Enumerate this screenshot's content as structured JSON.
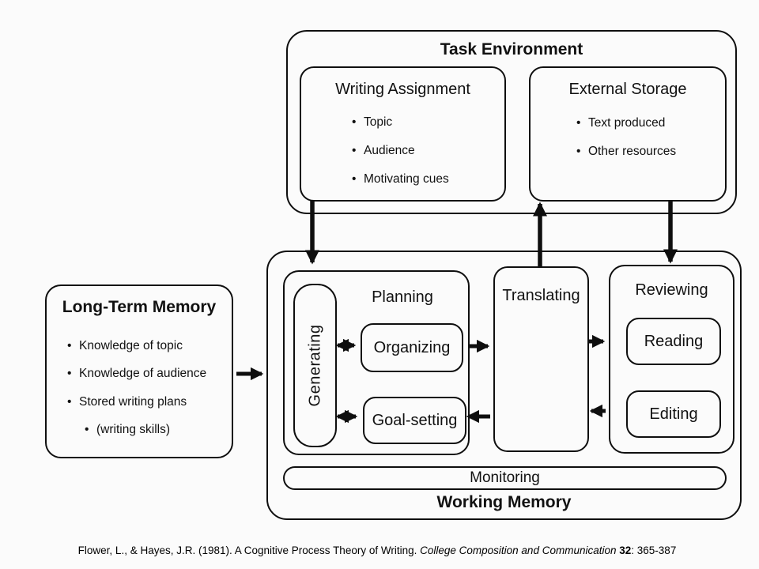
{
  "ui": {
    "bullet": "•"
  },
  "task_environment": {
    "title": "Task Environment",
    "writing_assignment": {
      "title": "Writing Assignment",
      "bullets": [
        "Topic",
        "Audience",
        "Motivating cues"
      ]
    },
    "external_storage": {
      "title": "External Storage",
      "bullets": [
        "Text produced",
        "Other resources"
      ]
    }
  },
  "long_term_memory": {
    "title": "Long-Term Memory",
    "bullets": [
      "Knowledge of topic",
      "Knowledge of audience",
      "Stored writing plans"
    ],
    "sub_bullet": "(writing skills)"
  },
  "working_memory": {
    "title": "Working Memory",
    "planning": {
      "title": "Planning",
      "generating": "Generating",
      "organizing": "Organizing",
      "goal_setting": "Goal-setting"
    },
    "translating": "Translating",
    "reviewing": {
      "title": "Reviewing",
      "reading": "Reading",
      "editing": "Editing"
    },
    "monitoring": "Monitoring"
  },
  "citation": {
    "prefix": "Flower, L., & Hayes, J.R. (1981). A Cognitive Process Theory of Writing. ",
    "journal": "College Composition and Communication",
    "volume": " 32",
    "suffix": ": 365-387"
  },
  "colors": {
    "line": "#0e0e0e",
    "background": "#fbfbfb"
  }
}
